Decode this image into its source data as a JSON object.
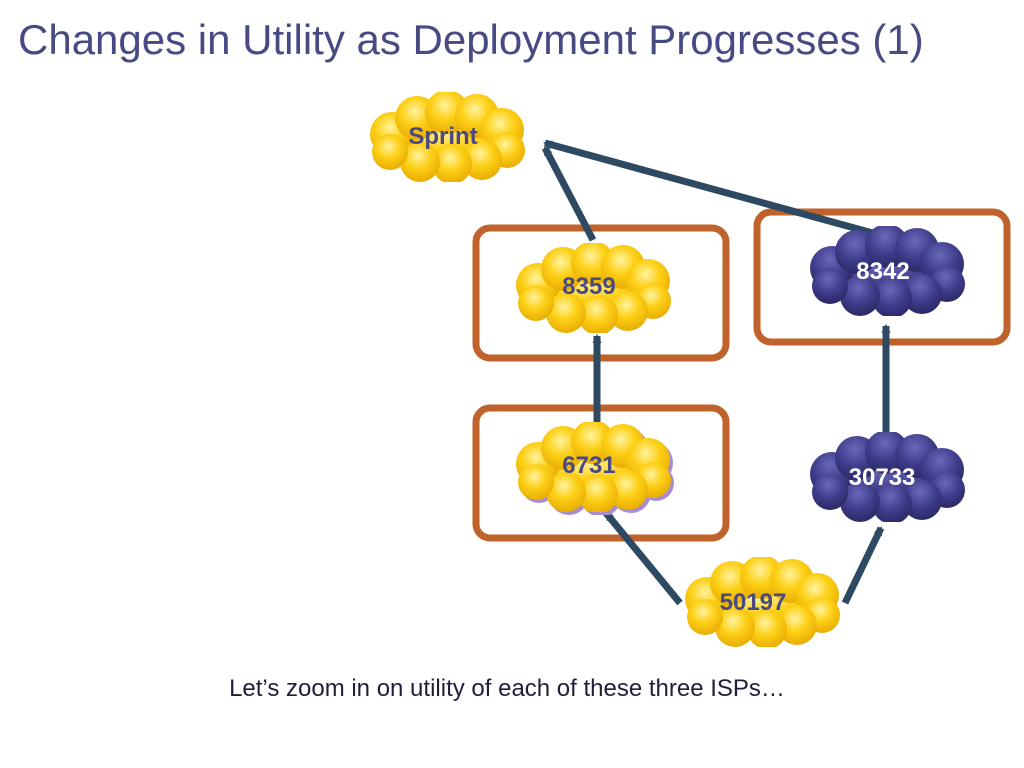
{
  "slide": {
    "title": "Changes in Utility as Deployment Progresses (1)",
    "caption": "Let’s zoom in on utility of each of these three ISPs…"
  },
  "colors": {
    "title_text": "#484a84",
    "deployed_fill": "#fdd017",
    "deployed_text": "#4a4a80",
    "undeployed_fill": "#3f3d8c",
    "undeployed_text": "#ffffff",
    "highlight_box": "#c0622b",
    "arrow": "#2e4a63"
  },
  "nodes": {
    "sprint": {
      "label": "Sprint",
      "state": "deployed"
    },
    "n8359": {
      "label": "8359",
      "state": "deployed",
      "highlighted": true
    },
    "n8342": {
      "label": "8342",
      "state": "undeployed",
      "highlighted": true
    },
    "n6731": {
      "label": "6731",
      "state": "deployed",
      "highlighted": true
    },
    "n30733": {
      "label": "30733",
      "state": "undeployed"
    },
    "n50197": {
      "label": "50197",
      "state": "deployed"
    }
  },
  "edges": [
    {
      "from": "8359",
      "to": "Sprint"
    },
    {
      "from": "8342",
      "to": "Sprint"
    },
    {
      "from": "6731",
      "to": "8359"
    },
    {
      "from": "30733",
      "to": "8342"
    },
    {
      "from": "50197",
      "to": "6731"
    },
    {
      "from": "50197",
      "to": "30733"
    }
  ]
}
